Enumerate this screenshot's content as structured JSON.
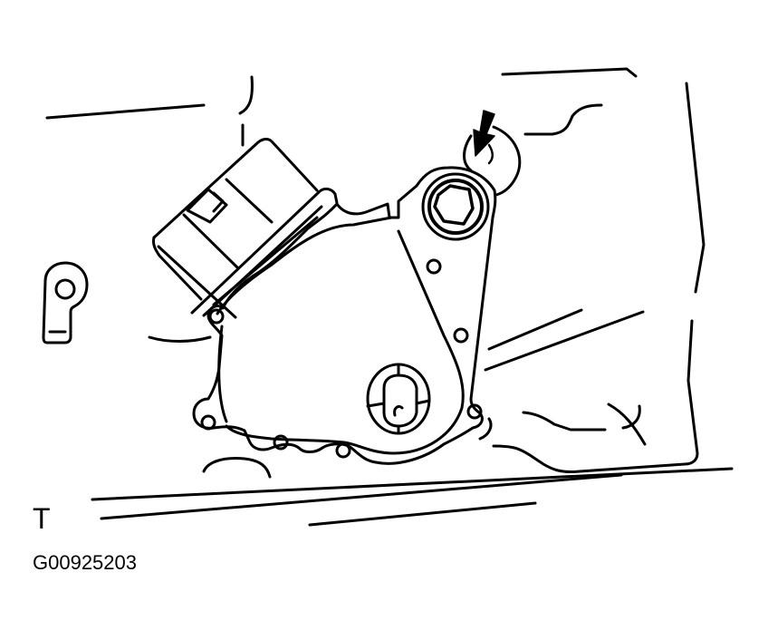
{
  "figure": {
    "view_label": "T",
    "figure_id": "G00925203",
    "subject": "park/neutral position switch mounted on transmission case",
    "callouts": [
      {
        "name": "arrow",
        "points_to": "switch retaining bolt (hex)"
      }
    ],
    "colors": {
      "line": "#000000",
      "background": "#ffffff"
    }
  }
}
